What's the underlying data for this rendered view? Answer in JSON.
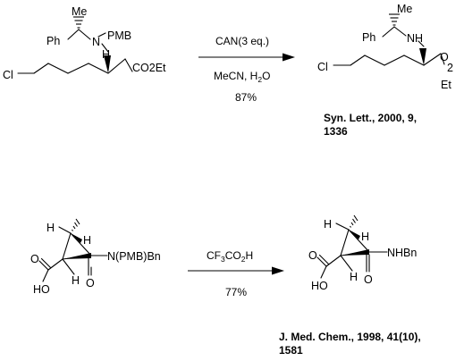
{
  "reaction1": {
    "reactant": {
      "me": "Me",
      "ph": "Ph",
      "n": "N",
      "pmb": "PMB",
      "h": "H",
      "cl": "Cl",
      "co2et": "CO2Et"
    },
    "conditions": {
      "reagent": "CAN(3 eq.)",
      "solvent_main": "MeCN, H",
      "solvent_sub": "2",
      "solvent_end": "O",
      "yield": "87%"
    },
    "product": {
      "me": "Me",
      "ph": "Ph",
      "nh": "NH",
      "cl": "Cl",
      "o": "O",
      "two": "2",
      "et": "Et"
    },
    "reference": {
      "line1": "Syn. Lett., 2000, 9,",
      "line2": "1336"
    }
  },
  "reaction2": {
    "reactant": {
      "h_top": "H",
      "h_right": "H",
      "h_bottom": "H",
      "n_sub": "N(PMB)Bn",
      "o_amide": "O",
      "o_acid": "O",
      "ho": "HO"
    },
    "conditions": {
      "reagent_main": "CF",
      "reagent_sub1": "3",
      "reagent_mid": "CO",
      "reagent_sub2": "2",
      "reagent_end": "H",
      "yield": "77%"
    },
    "product": {
      "h_top": "H",
      "h_right": "H",
      "h_bottom": "H",
      "nhbn": "NHBn",
      "o_amide": "O",
      "o_acid": "O",
      "ho": "HO"
    },
    "reference": {
      "line1": "J. Med. Chem., 1998, 41(10),",
      "line2": "1581"
    }
  }
}
